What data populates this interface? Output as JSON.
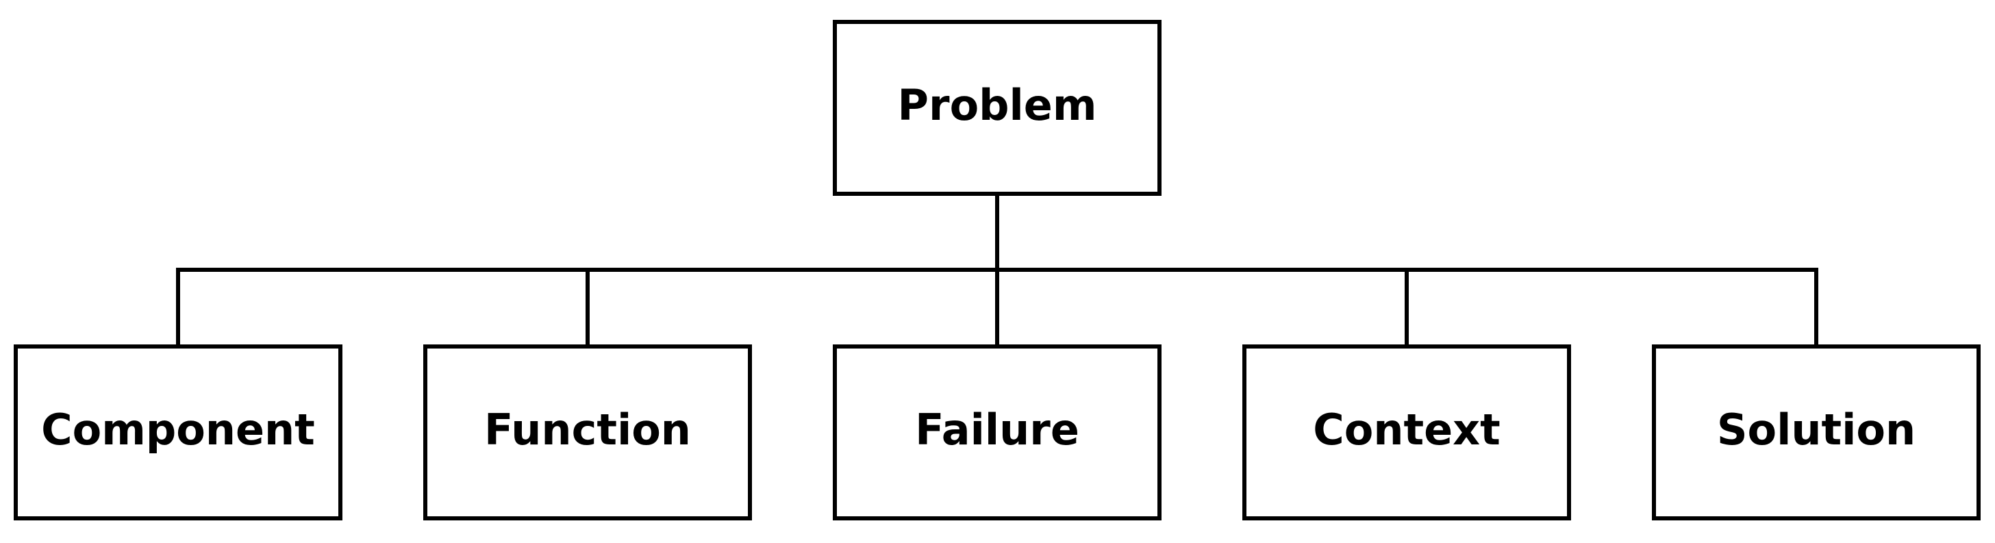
{
  "diagram": {
    "root": {
      "label": "Problem"
    },
    "children": [
      {
        "label": "Component"
      },
      {
        "label": "Function"
      },
      {
        "label": "Failure"
      },
      {
        "label": "Context"
      },
      {
        "label": "Solution"
      }
    ]
  },
  "colors": {
    "stroke": "#000000",
    "background": "#ffffff",
    "text": "#000000"
  }
}
